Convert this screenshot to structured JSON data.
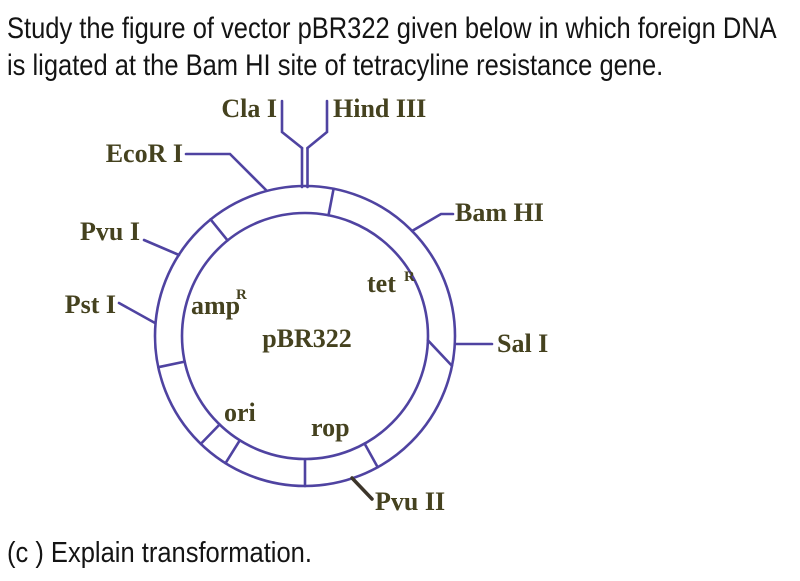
{
  "question": {
    "line1": "Study the figure of vector pBR322 given below in which foreign DNA",
    "line2": "is ligated at the Bam HI site of tetracyline resistance gene.",
    "part_c": "(c ) Explain transformation."
  },
  "diagram": {
    "plasmid_name": "pBR322",
    "restriction_sites": {
      "cla1": "Cla I",
      "hind3": "Hind III",
      "ecor1": "EcoR I",
      "pvu1": "Pvu I",
      "pst1": "Pst I",
      "bamh1": "Bam HI",
      "sal1": "Sal I",
      "pvu2": "Pvu II"
    },
    "genes": {
      "tet": "tet",
      "tet_sup": "R",
      "amp": "amp",
      "amp_sup": "R",
      "ori": "ori",
      "rop": "rop"
    },
    "colors": {
      "ring_line": "#4f43a1",
      "label_text": "#45421f",
      "pvu2_leader": "#3c352a",
      "question_text": "#141414"
    }
  }
}
